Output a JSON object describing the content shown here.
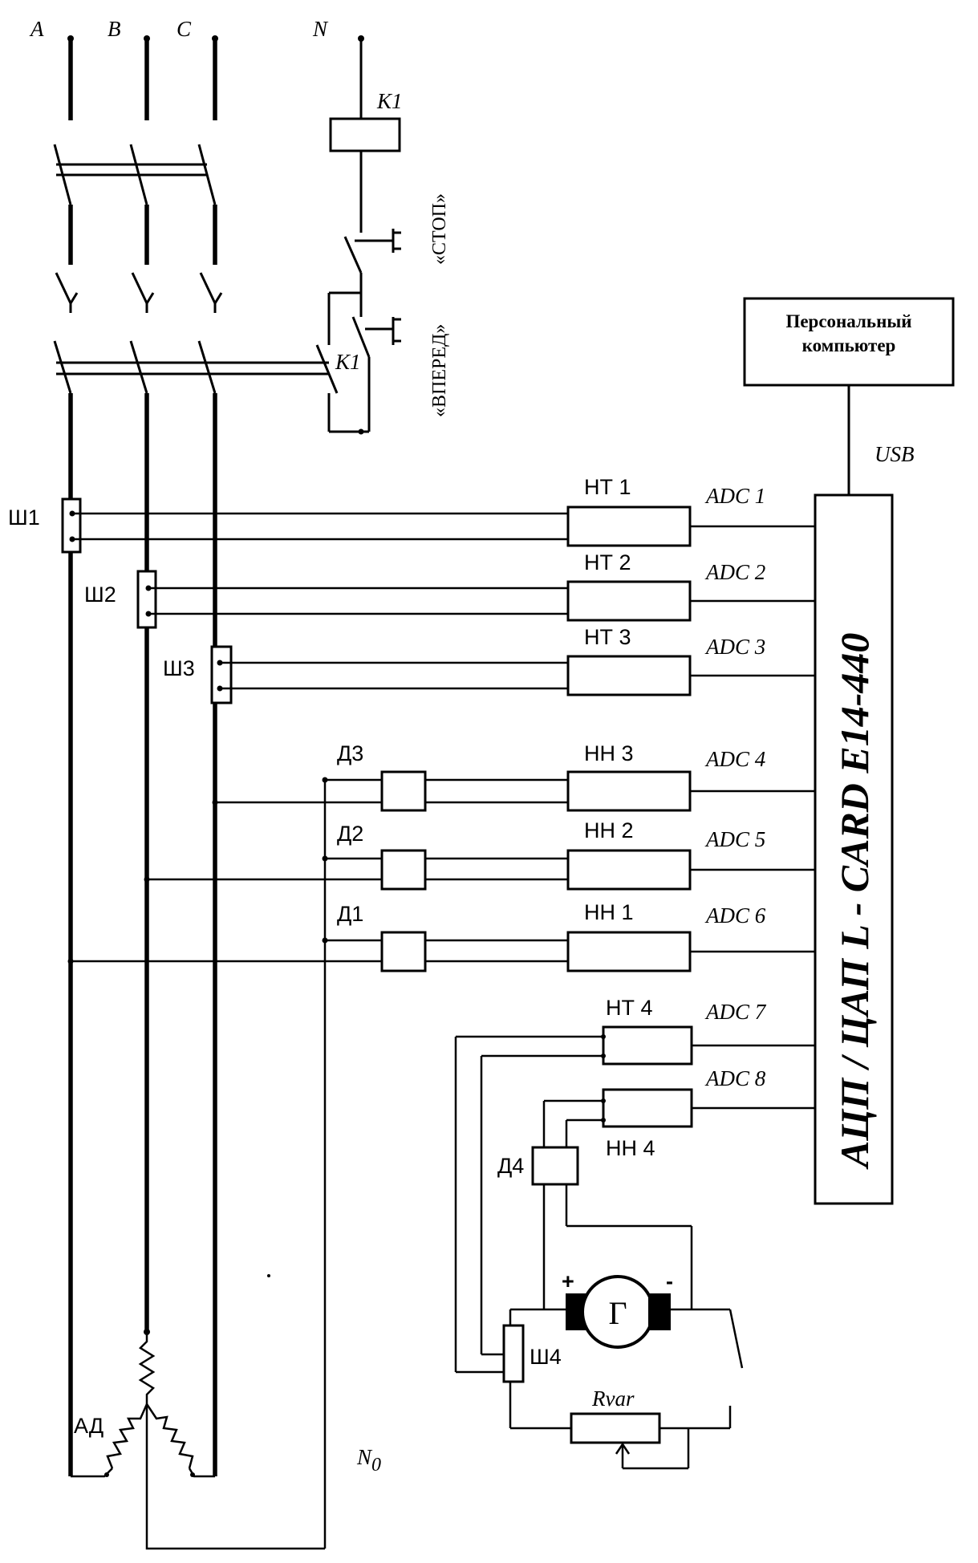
{
  "phases": {
    "a": "A",
    "b": "B",
    "c": "C",
    "n": "N"
  },
  "relay": {
    "coil": "K1",
    "contact": "K1",
    "stop": "«СТОП»",
    "forward": "«ВПЕРЕД»"
  },
  "pc": {
    "line1": "Персональный",
    "line2": "компьютер"
  },
  "usb": "USB",
  "card": "АЦП / ЦАП   L - CARD E14-440",
  "shunts": [
    "Ш1",
    "Ш2",
    "Ш3",
    "Ш4"
  ],
  "dividers": [
    "Д3",
    "Д2",
    "Д1",
    "Д4"
  ],
  "current_sensors": [
    "НТ 1",
    "НТ 2",
    "НТ 3",
    "НТ 4"
  ],
  "voltage_sensors": [
    "НН 3",
    "НН 2",
    "НН 1",
    "НН 4"
  ],
  "adc": [
    "ADC 1",
    "ADC 2",
    "ADC 3",
    "ADC 4",
    "ADC 5",
    "ADC 6",
    "ADC 7",
    "ADC 8"
  ],
  "motor": "АД",
  "neutral": "N",
  "neutral_sub": "0",
  "generator": "Г",
  "plus": "+",
  "minus": "-",
  "rvar": "Rvar"
}
